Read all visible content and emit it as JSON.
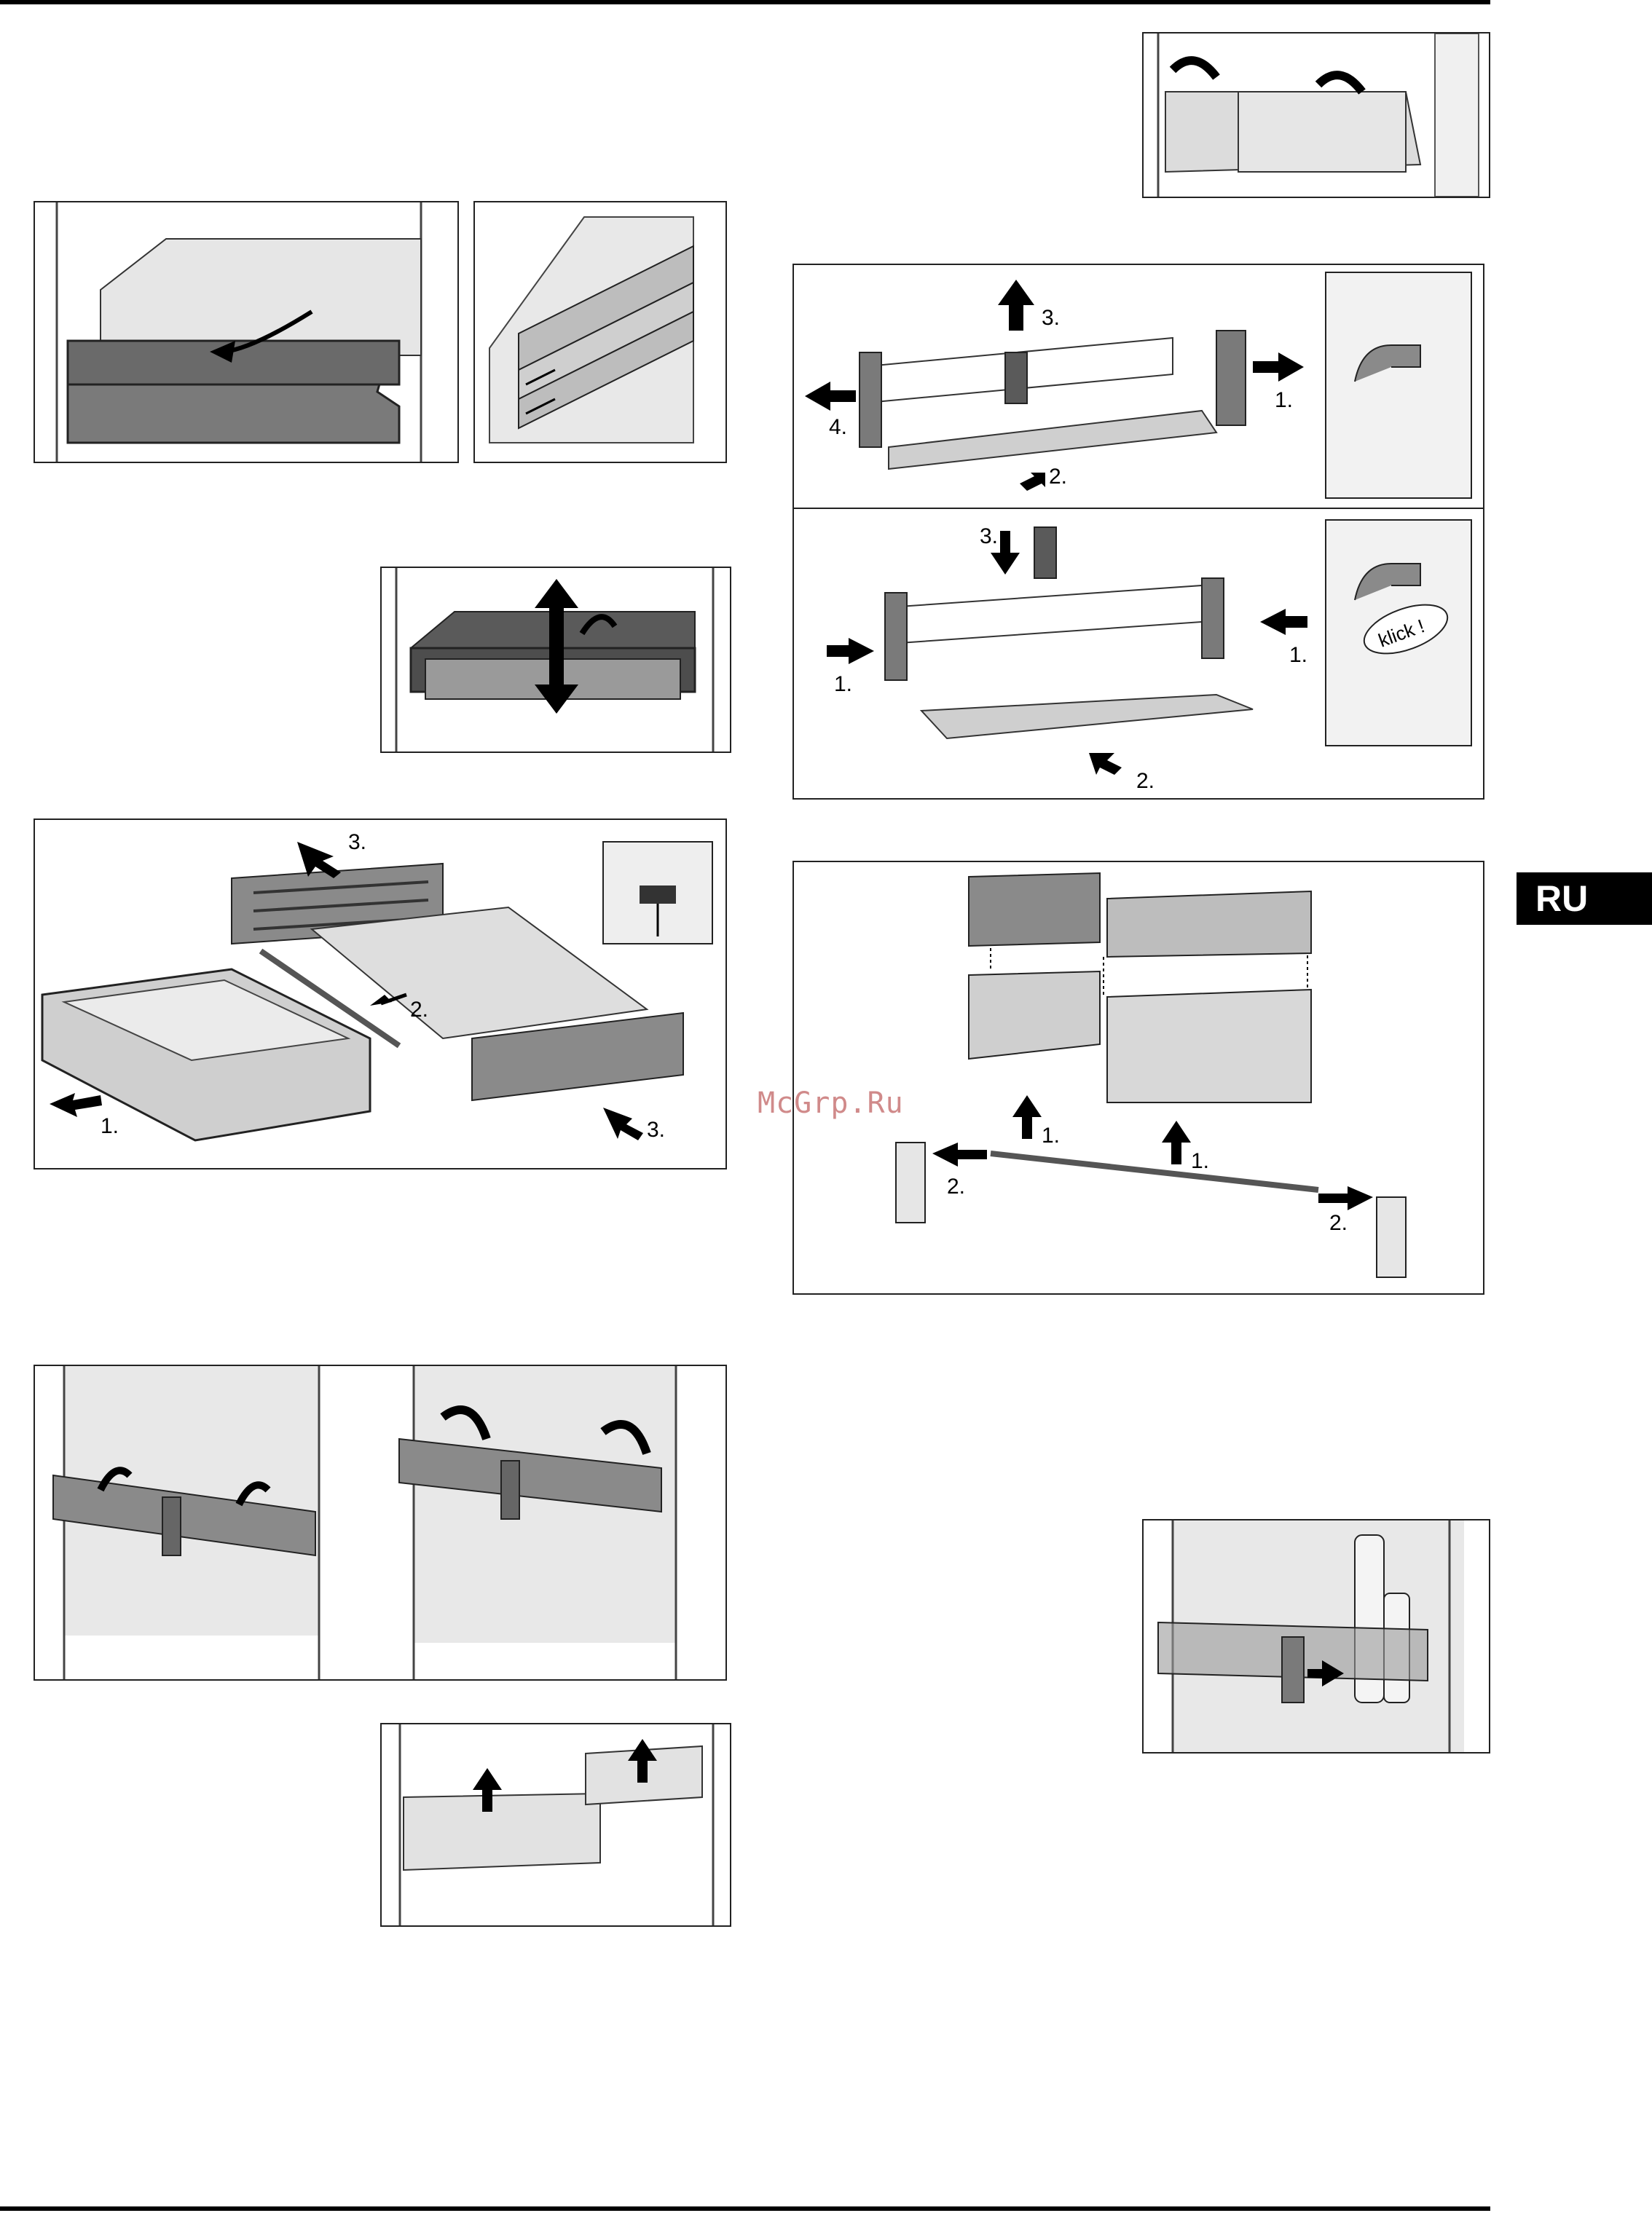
{
  "language_tab": "RU",
  "watermark": "McGrp.Ru",
  "figures": {
    "vegetable_drawer_remove": {},
    "drawer_slide_rails": {},
    "drawer_lift": {},
    "drawer_disassembly": {
      "labels": {
        "step1": "1.",
        "step2": "2.",
        "step3a": "3.",
        "step3b": "3."
      }
    },
    "door_shelf_lift": {},
    "door_rack_disassembly": {
      "labels": {
        "step1a": "1.",
        "step2": "2.",
        "step3": "3.",
        "step4": "4."
      }
    },
    "door_rack_assembly": {
      "labels": {
        "step1a": "1.",
        "step1b": "1.",
        "step2": "2.",
        "step3": "3.",
        "klick": "klick !"
      }
    },
    "door_boxes_disassembly": {
      "labels": {
        "step1a": "1.",
        "step1b": "1.",
        "step2a": "2.",
        "step2b": "2."
      }
    },
    "wall_shelf_remove_insert": {},
    "storage_boxes_lift": {},
    "bottle_holder": {}
  }
}
